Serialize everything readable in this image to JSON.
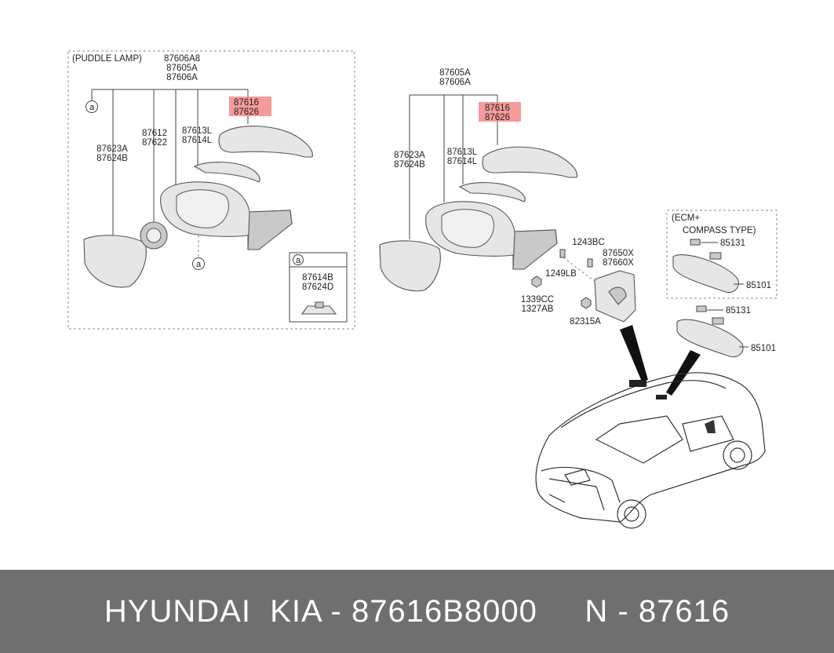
{
  "left_panel": {
    "title": "(PUDDLE LAMP)",
    "top_part_numbers": [
      "87606A8",
      "87605A",
      "87606A"
    ],
    "cover_numbers": [
      "87616",
      "87626"
    ],
    "glass_numbers": [
      "87623A",
      "87624B"
    ],
    "lamp_numbers": [
      "87612",
      "87622"
    ],
    "repeater_numbers": [
      "87613L",
      "87614L"
    ],
    "callout_letter": "a",
    "detail_numbers": [
      "87614B",
      "87624D"
    ]
  },
  "right_group": {
    "top_part_numbers": [
      "87605A",
      "87606A"
    ],
    "cover_numbers": [
      "87616",
      "87626"
    ],
    "glass_numbers": [
      "87623A",
      "87624B"
    ],
    "repeater_numbers": [
      "87613L",
      "87614L"
    ],
    "bolt_1243": "1243BC",
    "cover_inner_numbers": [
      "87650X",
      "87660X"
    ],
    "bolt_1249": "1249LB",
    "nut_numbers": [
      "1339CC",
      "1327AB"
    ],
    "nut_82315": "82315A"
  },
  "ecm_panel": {
    "title_lines": [
      "(ECM+",
      "COMPASS TYPE)"
    ],
    "bulb": "85131",
    "mirror": "85101"
  },
  "inside_mirror": {
    "bulb": "85131",
    "mirror": "85101"
  },
  "highlight_color": "#f48a8a",
  "footer": {
    "text": "HYUNDAI  KIA - 87616B8000     N - 87616"
  }
}
